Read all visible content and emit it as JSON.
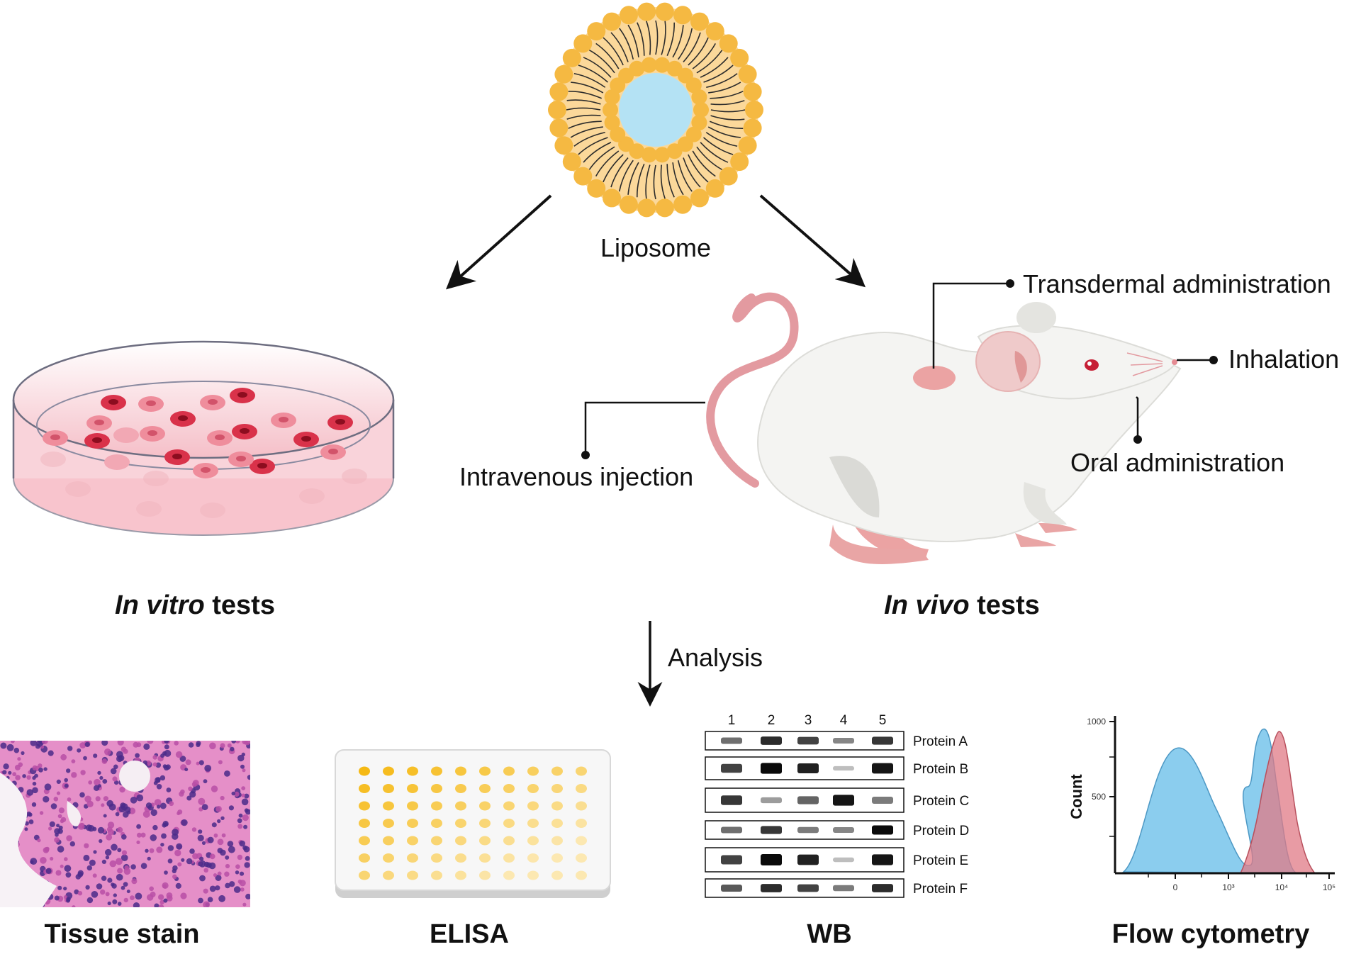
{
  "labels": {
    "liposome": "Liposome",
    "transdermal": "Transdermal administration",
    "inhalation": "Inhalation",
    "oral": "Oral administration",
    "intravenous": "Intravenous injection",
    "in_vitro_italic": "In vitro",
    "in_vitro_rest": " tests",
    "in_vivo_italic": "In vivo",
    "in_vivo_rest": " tests",
    "analysis": "Analysis",
    "tissue_stain": "Tissue stain",
    "elisa": "ELISA",
    "wb": "WB",
    "flow_cytometry": "Flow cytometry"
  },
  "western_blot": {
    "lanes": [
      "1",
      "2",
      "3",
      "4",
      "5"
    ],
    "proteins": [
      {
        "name": "Protein A",
        "intensities": [
          0.55,
          0.85,
          0.75,
          0.45,
          0.8
        ]
      },
      {
        "name": "Protein B",
        "intensities": [
          0.75,
          1.0,
          0.9,
          0.2,
          0.95
        ]
      },
      {
        "name": "Protein C",
        "intensities": [
          0.8,
          0.35,
          0.6,
          0.95,
          0.5
        ]
      },
      {
        "name": "Protein D",
        "intensities": [
          0.55,
          0.8,
          0.5,
          0.45,
          1.0
        ]
      },
      {
        "name": "Protein E",
        "intensities": [
          0.75,
          1.0,
          0.9,
          0.2,
          0.95
        ]
      },
      {
        "name": "Protein F",
        "intensities": [
          0.65,
          0.85,
          0.75,
          0.5,
          0.85
        ]
      }
    ]
  },
  "flow": {
    "ylabel": "Count",
    "yticks": [
      "500",
      "1000"
    ],
    "xticks": [
      "0",
      "10³",
      "10⁴",
      "10⁵"
    ],
    "series_colors": [
      "#7ec8ec",
      "#e07a86"
    ]
  },
  "colors": {
    "lipid_head": "#f5b942",
    "lipid_core": "#fbd89a",
    "liposome_center": "#b4e2f4",
    "mouse_body": "#f4f4f2",
    "mouse_pink": "#e9a5a5",
    "dish_fill": "#f7c6cf",
    "cell_red": "#d9324a",
    "elisa_dot": "#f2b418"
  }
}
